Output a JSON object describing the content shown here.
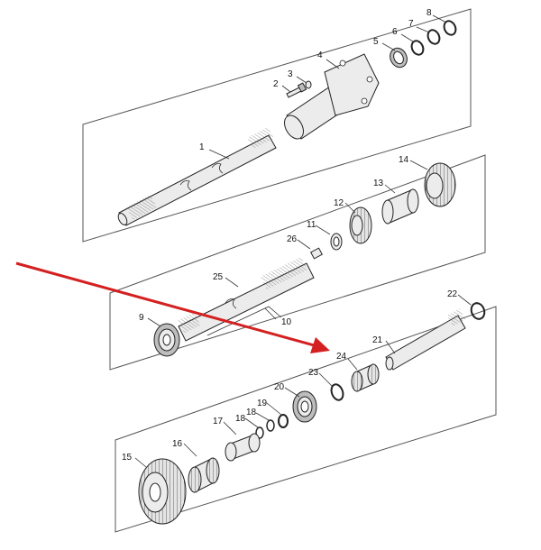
{
  "diagram": {
    "labels": [
      "1",
      "2",
      "3",
      "4",
      "5",
      "6",
      "7",
      "8",
      "9",
      "10",
      "11",
      "12",
      "13",
      "14",
      "15",
      "16",
      "17",
      "18",
      "19",
      "20",
      "21",
      "22",
      "23",
      "24",
      "25",
      "26"
    ],
    "arrow_color": "#d42020"
  }
}
